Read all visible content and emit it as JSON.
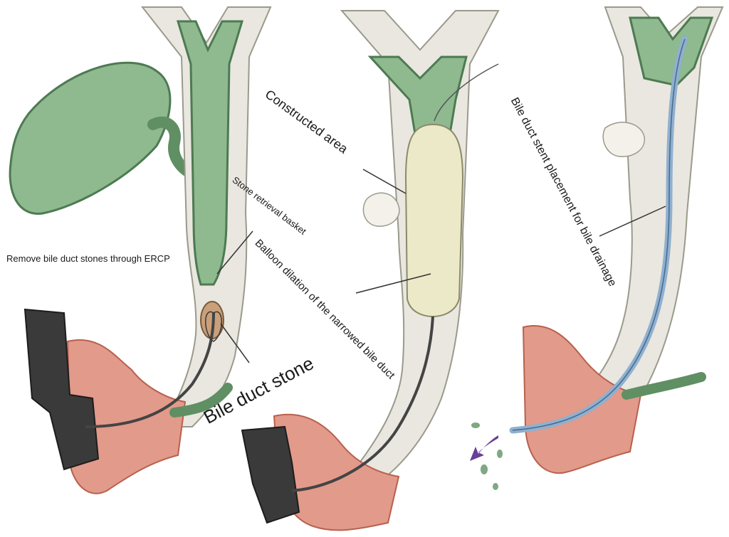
{
  "labels": {
    "remove_stones": "Remove bile duct stones through ERCP",
    "constructed_area": "Constructed area",
    "stone_basket": "Stone retrieval basket",
    "balloon_dilation": "Balloon dilation of the narrowed bile duct",
    "bile_duct_stone": "Bile duct stone",
    "stent_placement": "Bile duct stent placement for bile drainage"
  },
  "colors": {
    "duct_green": "#8fb98f",
    "duct_dark": "#4d7a52",
    "tissue": "#e9e7e0",
    "intestine": "#e29a8a",
    "stent_blue": "#8fb0d0",
    "balloon": "#ece9c8",
    "endoscope": "#3a3a3a",
    "arrow_purple": "#6a3f96"
  }
}
